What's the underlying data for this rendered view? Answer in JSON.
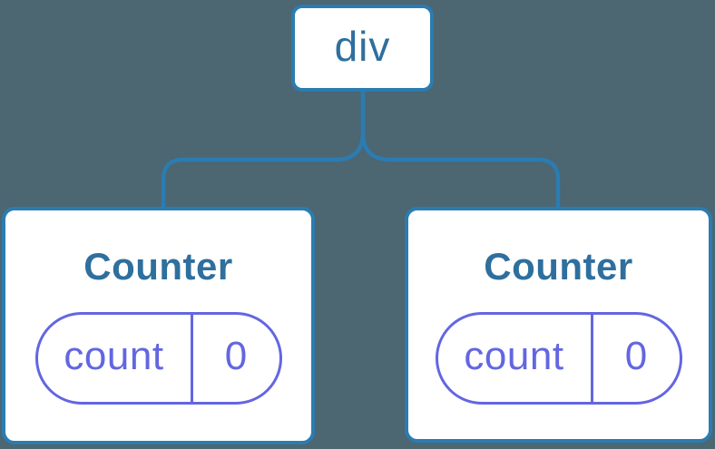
{
  "colors": {
    "background": "#4C6672",
    "node_border": "#2B7CB1",
    "node_fill": "#FFFFFF",
    "label_text": "#2E6F9E",
    "state_accent": "#6366E1"
  },
  "tree": {
    "root": {
      "label": "div"
    },
    "children": [
      {
        "label": "Counter",
        "state": {
          "key": "count",
          "value": "0"
        }
      },
      {
        "label": "Counter",
        "state": {
          "key": "count",
          "value": "0"
        }
      }
    ]
  }
}
